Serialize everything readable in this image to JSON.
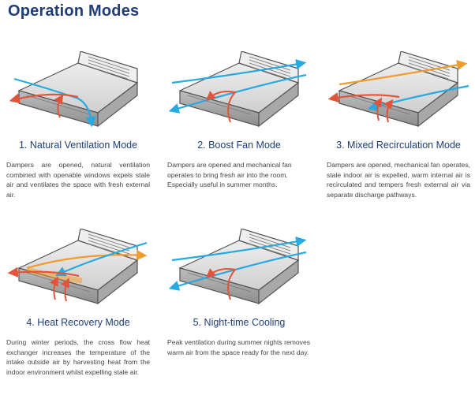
{
  "page_title": "Operation Modes",
  "modes": [
    {
      "heading": "1. Natural Ventilation Mode",
      "description": "Dampers are opened, natural ventilation combined with openable windows expels stale air and ventilates the space with fresh external air."
    },
    {
      "heading": "2. Boost Fan Mode",
      "description": "Dampers are opened and mechanical fan operates to bring fresh air into the room. Especially useful in summer months."
    },
    {
      "heading": "3. Mixed Recirculation Mode",
      "description": "Dampers are opened, mechanical fan operates, stale indoor air is expelled, warm internal air is recirculated and tempers fresh external air via separate discharge pathways."
    },
    {
      "heading": "4. Heat Recovery Mode",
      "description": "During winter periods, the cross flow heat exchanger increases the temperature of the intake outside air by harvesting heat from the indoor environment whilst expelling stale air."
    },
    {
      "heading": "5. Night-time Cooling",
      "description": "Peak ventilation during summer nights removes warm air from the space ready for the next day."
    }
  ],
  "colors": {
    "heading": "#1e3d7b",
    "fresh_air": "#27a9e1",
    "stale_air": "#e2533b",
    "warm_air": "#f29a2e",
    "unit_body": "#d9d9d9"
  }
}
